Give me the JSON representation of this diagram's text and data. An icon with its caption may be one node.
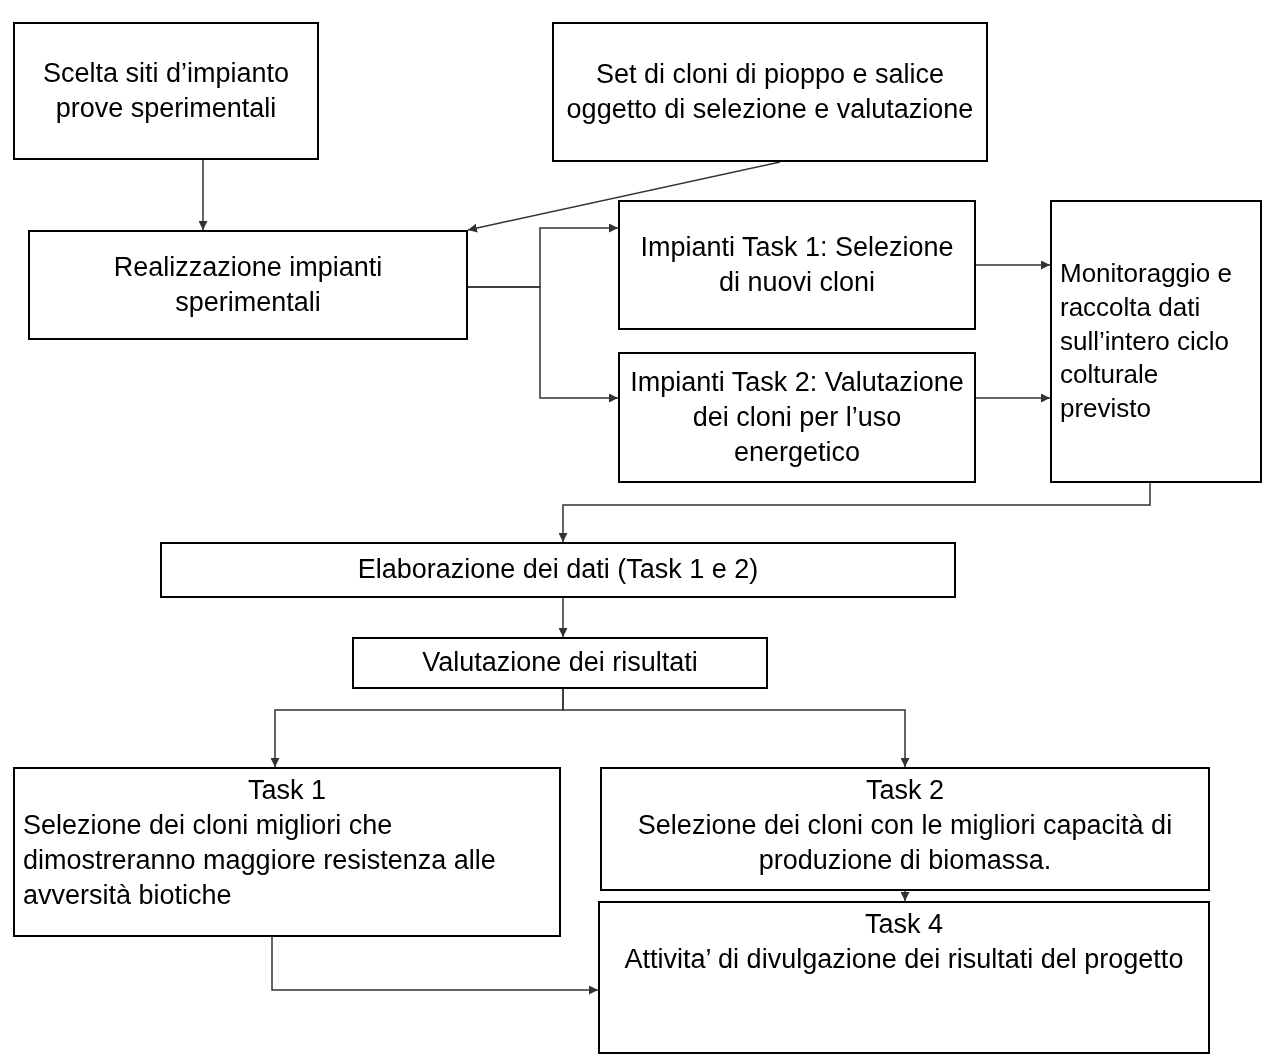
{
  "diagram": {
    "nodes": [
      {
        "text": [
          "Scelta siti d’impianto prove sperimentali"
        ]
      },
      {
        "text": [
          "Set di cloni di pioppo e salice oggetto di selezione e valutazione"
        ]
      },
      {
        "text": [
          "Realizzazione impianti sperimentali"
        ]
      },
      {
        "text": [
          "Impianti Task 1: Selezione di nuovi cloni"
        ]
      },
      {
        "text": [
          "Impianti Task 2: Valutazione dei cloni per l’uso energetico"
        ]
      },
      {
        "text": [
          "Monitoraggio e raccolta dati sull’intero ciclo colturale previsto"
        ]
      },
      {
        "text": [
          "Elaborazione dei dati (Task 1 e 2)"
        ]
      },
      {
        "text": [
          "Valutazione dei risultati"
        ]
      },
      {
        "text": [
          "Task 1",
          "Selezione dei cloni migliori che dimostreranno maggiore resistenza alle avversità biotiche"
        ]
      },
      {
        "text": [
          "Task 2",
          "Selezione dei cloni con le migliori capacità di produzione di biomassa."
        ]
      },
      {
        "text": [
          "Task 4",
          "Attivita’ di divulgazione dei risultati del progetto"
        ]
      }
    ],
    "edges": [
      {
        "from": 0,
        "to": 2,
        "arrow": "to"
      },
      {
        "from": 1,
        "to": 2,
        "arrow": "to"
      },
      {
        "from": 2,
        "to": 3,
        "arrow": "to"
      },
      {
        "from": 2,
        "to": 4,
        "arrow": "to"
      },
      {
        "from": 3,
        "to": 5,
        "arrow": "to"
      },
      {
        "from": 4,
        "to": 5,
        "arrow": "to"
      },
      {
        "from": 5,
        "to": 6,
        "arrow": "to"
      },
      {
        "from": 6,
        "to": 7,
        "arrow": "to"
      },
      {
        "from": 7,
        "to": 8,
        "arrow": "to"
      },
      {
        "from": 7,
        "to": 9,
        "arrow": "to"
      },
      {
        "from": 9,
        "to": 10,
        "arrow": "to"
      },
      {
        "from": 8,
        "to": 10,
        "arrow": "to"
      }
    ]
  }
}
